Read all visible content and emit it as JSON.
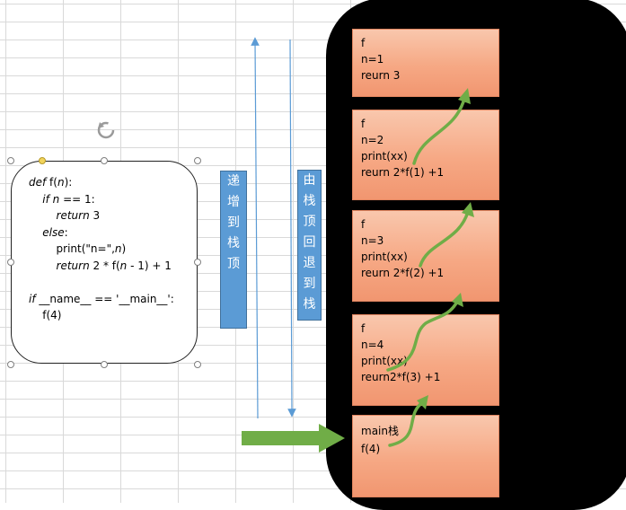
{
  "code": {
    "lines": [
      [
        {
          "t": "def",
          "i": true
        },
        {
          "t": " f("
        },
        {
          "t": "n",
          "i": true
        },
        {
          "t": "):"
        }
      ],
      [
        {
          "t": "    "
        },
        {
          "t": "if",
          "i": true
        },
        {
          "t": " "
        },
        {
          "t": "n",
          "i": true
        },
        {
          "t": " == 1:"
        }
      ],
      [
        {
          "t": "        "
        },
        {
          "t": "return",
          "i": true
        },
        {
          "t": " 3"
        }
      ],
      [
        {
          "t": "    "
        },
        {
          "t": "else",
          "i": true
        },
        {
          "t": ":"
        }
      ],
      [
        {
          "t": "        print(\"n=\","
        },
        {
          "t": "n",
          "i": true
        },
        {
          "t": ")"
        }
      ],
      [
        {
          "t": "        "
        },
        {
          "t": "return",
          "i": true
        },
        {
          "t": " 2 * f("
        },
        {
          "t": "n",
          "i": true
        },
        {
          "t": " - 1) + 1"
        }
      ],
      [
        {
          "t": " "
        }
      ],
      [
        {
          "t": "if",
          "i": true
        },
        {
          "t": " __name__ == '__main__':"
        }
      ],
      [
        {
          "t": "    f(4)"
        }
      ]
    ]
  },
  "labels": {
    "increment": [
      "递",
      "增",
      "到",
      "栈",
      "顶"
    ],
    "decrement": [
      "由",
      "栈",
      "顶",
      "回",
      "退",
      "到",
      "栈"
    ]
  },
  "frames": {
    "f_n1": [
      "f",
      "n=1",
      "reurn 3"
    ],
    "f_n2": [
      "f",
      "n=2",
      "print(xx)",
      "reurn 2*f(1) +1"
    ],
    "f_n3": [
      "f",
      "n=3",
      "print(xx)",
      "reurn 2*f(2) +1"
    ],
    "f_n4": [
      "f",
      "n=4",
      "print(xx)",
      "reurn2*f(3) +1"
    ],
    "main": [
      "main栈",
      "f(4)"
    ]
  },
  "colors": {
    "frame_fill": "#f6a884",
    "stack_background": "#000000",
    "label_blue": "#5b9bd5",
    "arrow_green": "#70ad47",
    "line_blue": "#5b9bd5"
  }
}
